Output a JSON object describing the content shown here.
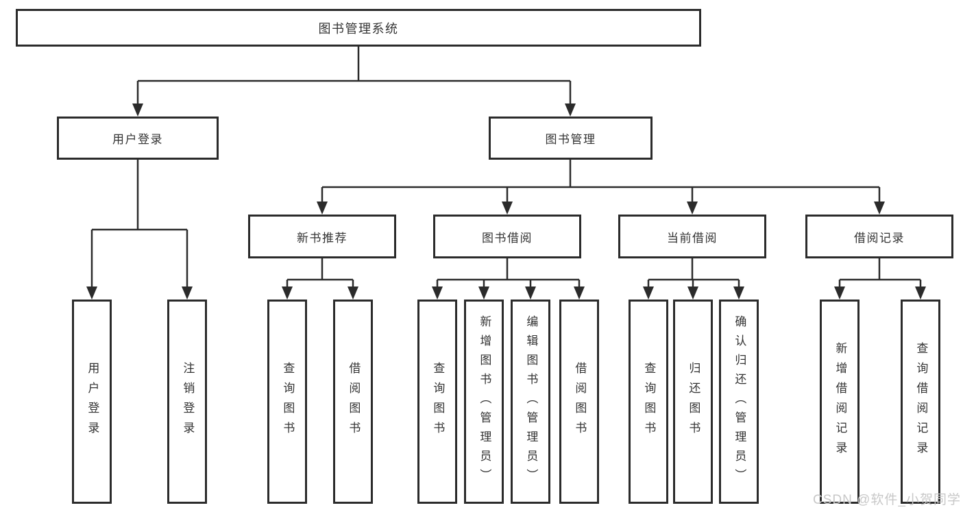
{
  "title": "图书管理系统",
  "tree": {
    "root": {
      "label": "图书管理系统"
    },
    "branches": [
      {
        "label": "用户登录",
        "children": [
          {
            "label": "用户登录"
          },
          {
            "label": "注销登录"
          }
        ]
      },
      {
        "label": "图书管理",
        "children": [
          {
            "label": "新书推荐",
            "children": [
              {
                "label": "查询图书"
              },
              {
                "label": "借阅图书"
              }
            ]
          },
          {
            "label": "图书借阅",
            "children": [
              {
                "label": "查询图书"
              },
              {
                "label": "新增图书（管理员）"
              },
              {
                "label": "编辑图书（管理员）"
              },
              {
                "label": "借阅图书"
              }
            ]
          },
          {
            "label": "当前借阅",
            "children": [
              {
                "label": "查询图书"
              },
              {
                "label": "归还图书"
              },
              {
                "label": "确认归还（管理员）"
              }
            ]
          },
          {
            "label": "借阅记录",
            "children": [
              {
                "label": "新增借阅记录"
              },
              {
                "label": "查询借阅记录"
              }
            ]
          }
        ]
      }
    ]
  },
  "watermark": {
    "text": "CSDN @软件_小贺同学"
  },
  "colors": {
    "line": "#2b2b2b",
    "box_border": "#2b2b2b",
    "box_background": "#ffffff",
    "text": "#333333",
    "watermark": "#c8c8c8"
  }
}
